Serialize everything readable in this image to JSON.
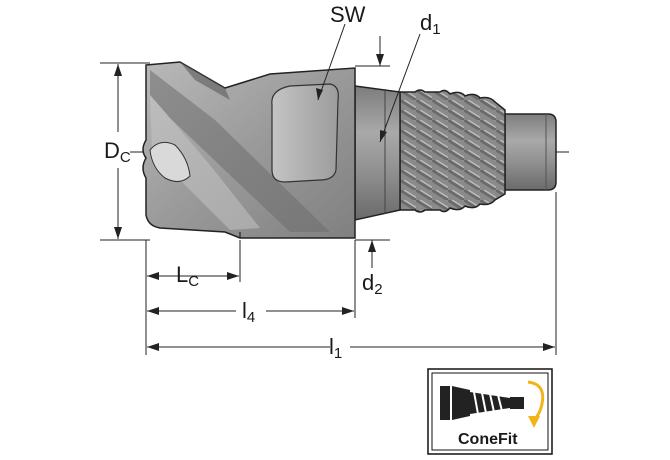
{
  "labels": {
    "sw": "SW",
    "d1": {
      "main": "d",
      "sub": "1"
    },
    "dc": {
      "main": "D",
      "sub": "C"
    },
    "lc": {
      "main": "L",
      "sub": "C"
    },
    "d2": {
      "main": "d",
      "sub": "2"
    },
    "l4": {
      "main": "l",
      "sub": "4"
    },
    "l1": {
      "main": "l",
      "sub": "1"
    }
  },
  "badge": {
    "text": "ConeFit",
    "arrow_color": "#f2b418"
  }
}
